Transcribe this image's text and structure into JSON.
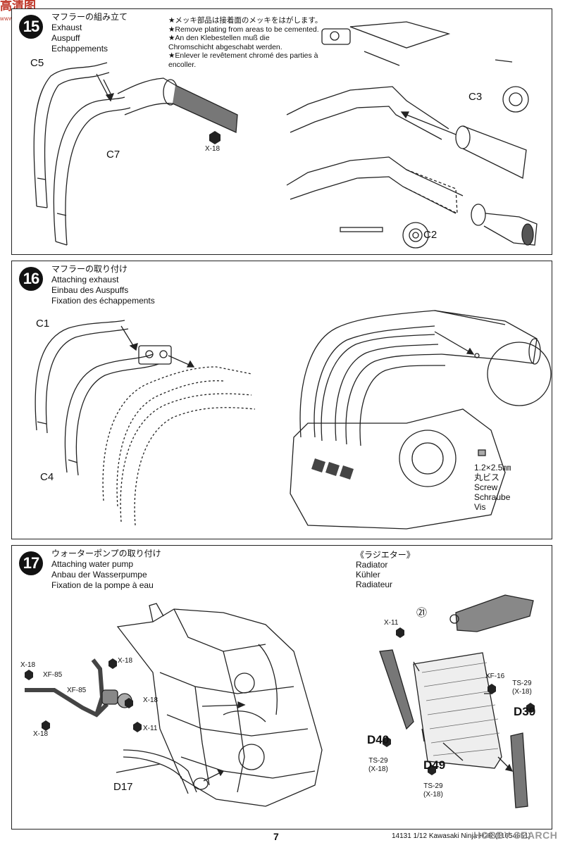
{
  "watermark": {
    "top_left": "高清图",
    "top_left_sub": "www.ha.ha.com",
    "bottom_right": "HOBBY SEARCH"
  },
  "steps": {
    "s15": {
      "number": "15",
      "title_jp": "マフラーの組み立て",
      "title_en": "Exhaust",
      "title_de": "Auspuff",
      "title_fr": "Echappements",
      "note": [
        "★メッキ部品は接着面のメッキをはがします。",
        "★Remove plating from areas to be cemented.",
        "★An den Klebestellen muß die",
        "Chromschicht abgeschabt werden.",
        "★Enlever le revêtement chromé des parties à",
        "encoller."
      ],
      "labels": {
        "c5": "C5",
        "c7": "C7",
        "c3": "C3",
        "c2": "C2",
        "x18": "X-18"
      }
    },
    "s16": {
      "number": "16",
      "title_jp": "マフラーの取り付け",
      "title_en": "Attaching exhaust",
      "title_de": "Einbau des Auspuffs",
      "title_fr": "Fixation des échappements",
      "labels": {
        "c1": "C1",
        "c4": "C4"
      },
      "screw": {
        "size": "1.2×2.5㎜",
        "jp": "丸ビス",
        "en": "Screw",
        "de": "Schraube",
        "fr": "Vis"
      }
    },
    "s17": {
      "number": "17",
      "title_jp": "ウォーターポンプの取り付け",
      "title_en": "Attaching water pump",
      "title_de": "Anbau der Wasserpumpe",
      "title_fr": "Fixation de la pompe à eau",
      "radiator": {
        "jp": "《ラジエター》",
        "en": "Radiator",
        "de": "Kühler",
        "fr": "Radiateur"
      },
      "labels": {
        "x18_a": "X-18",
        "x18_b": "X-18",
        "x18_c": "X-18",
        "x18_d": "X-18",
        "xf85_a": "XF-85",
        "xf85_b": "XF-85",
        "x11_a": "X-11",
        "x11_b": "X-11",
        "d17": "D17",
        "d40": "D40",
        "d49": "D49",
        "d39": "D39",
        "xf16": "XF-16",
        "ts29": "TS-29",
        "x18p": "(X-18)",
        "circ21": "㉑"
      }
    }
  },
  "footer": {
    "page": "7",
    "ref": "14131  1/12 Kawasaki Ninja H2R (11054651)"
  }
}
